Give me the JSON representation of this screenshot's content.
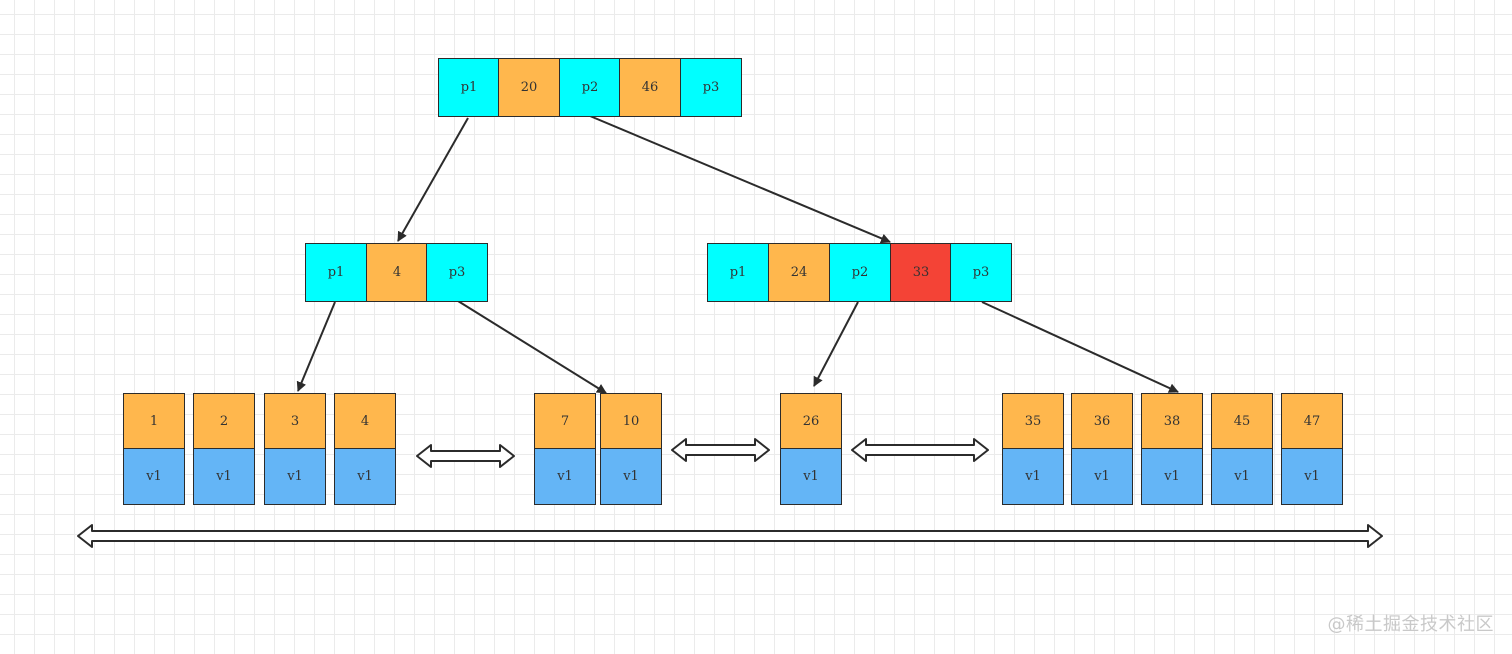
{
  "colors": {
    "pointer": "#00ffff",
    "key": "#ffb74d",
    "highlight": "#f44336",
    "value": "#64b5f6",
    "line": "#2b2b2b"
  },
  "root": {
    "cells": [
      {
        "text": "p1",
        "kind": "pointer"
      },
      {
        "text": "20",
        "kind": "key"
      },
      {
        "text": "p2",
        "kind": "pointer"
      },
      {
        "text": "46",
        "kind": "key"
      },
      {
        "text": "p3",
        "kind": "pointer"
      }
    ]
  },
  "left_node": {
    "cells": [
      {
        "text": "p1",
        "kind": "pointer"
      },
      {
        "text": "4",
        "kind": "key"
      },
      {
        "text": "p3",
        "kind": "pointer"
      }
    ]
  },
  "right_node": {
    "cells": [
      {
        "text": "p1",
        "kind": "pointer"
      },
      {
        "text": "24",
        "kind": "key"
      },
      {
        "text": "p2",
        "kind": "pointer"
      },
      {
        "text": "33",
        "kind": "highlight"
      },
      {
        "text": "p3",
        "kind": "pointer"
      }
    ]
  },
  "leaves": [
    {
      "key": "1",
      "value": "v1"
    },
    {
      "key": "2",
      "value": "v1"
    },
    {
      "key": "3",
      "value": "v1"
    },
    {
      "key": "4",
      "value": "v1"
    },
    {
      "key": "7",
      "value": "v1"
    },
    {
      "key": "10",
      "value": "v1"
    },
    {
      "key": "26",
      "value": "v1"
    },
    {
      "key": "35",
      "value": "v1"
    },
    {
      "key": "36",
      "value": "v1"
    },
    {
      "key": "38",
      "value": "v1"
    },
    {
      "key": "45",
      "value": "v1"
    },
    {
      "key": "47",
      "value": "v1"
    }
  ],
  "watermark": "@稀土掘金技术社区"
}
